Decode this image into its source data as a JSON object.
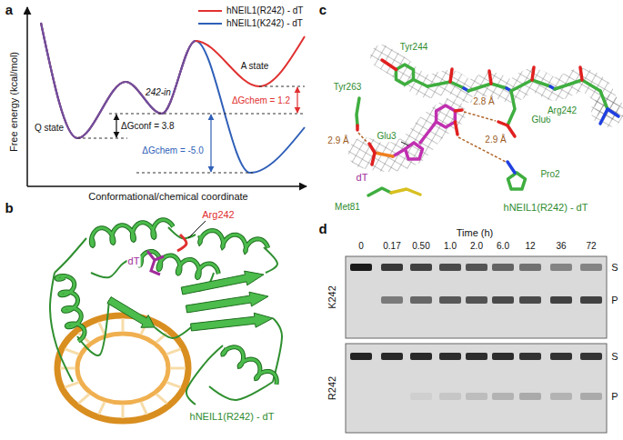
{
  "diagram": {
    "labels": [
      "a",
      "Free energy (kcal/mol)",
      "Conformational/chemical coordinate",
      "Q state",
      "242-in",
      "A state",
      "ΔGconf = 3.8",
      "ΔGchem = 1.2",
      "ΔGchem = -5.0",
      "b",
      "Arg242",
      "dT",
      "hNEIL1(R242) - dT",
      "c",
      "Tyr263",
      "Tyr244",
      "2.8 Å",
      "Glu6",
      "Arg242",
      "2.9 Å",
      "2.9 Å",
      "Glu3",
      "Pro2",
      "dT",
      "Met81",
      "hNEIL1(R242) - dT",
      "d",
      "Time (h)",
      "0",
      "0.17",
      "0.50",
      "1.0",
      "2.0",
      "6.0",
      "12",
      "36",
      "72",
      "K242",
      "R242",
      "S",
      "P",
      "S",
      "P"
    ],
    "legend": [
      {
        "text": "hNEIL1(R242) - dT"
      },
      {
        "text": "hNEIL1(K242) - dT"
      }
    ]
  }
}
